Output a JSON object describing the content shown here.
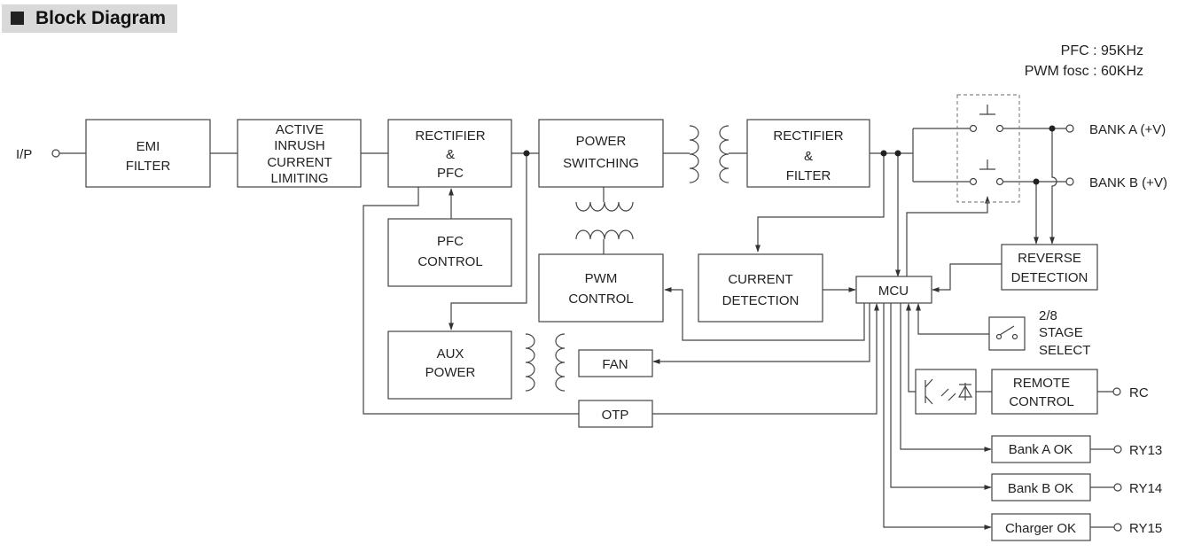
{
  "header": {
    "title": "Block Diagram"
  },
  "notes": {
    "pfc": "PFC : 95KHz",
    "pwm": "PWM fosc : 60KHz"
  },
  "blocks": {
    "emi": [
      "EMI",
      "FILTER"
    ],
    "inrush": [
      "ACTIVE",
      "INRUSH",
      "CURRENT",
      "LIMITING"
    ],
    "rect_pfc": [
      "RECTIFIER",
      "&",
      "PFC"
    ],
    "power_sw": [
      "POWER",
      "SWITCHING"
    ],
    "rect_filter": [
      "RECTIFIER",
      "&",
      "FILTER"
    ],
    "pfc_control": [
      "PFC",
      "CONTROL"
    ],
    "pwm_control": [
      "PWM",
      "CONTROL"
    ],
    "current_det": [
      "CURRENT",
      "DETECTION"
    ],
    "mcu": "MCU",
    "reverse_det": [
      "REVERSE",
      "DETECTION"
    ],
    "aux_power": [
      "AUX",
      "POWER"
    ],
    "fan": "FAN",
    "otp": "OTP",
    "remote_control": [
      "REMOTE",
      "CONTROL"
    ],
    "bank_a_ok": "Bank A OK",
    "bank_b_ok": "Bank B OK",
    "charger_ok": "Charger OK",
    "stage_select": [
      "2/8",
      "STAGE",
      "SELECT"
    ]
  },
  "terminals": {
    "ip": "I/P",
    "bank_a": "BANK A (+V)",
    "bank_b": "BANK B (+V)",
    "rc": "RC",
    "ry13": "RY13",
    "ry14": "RY14",
    "ry15": "RY15"
  }
}
